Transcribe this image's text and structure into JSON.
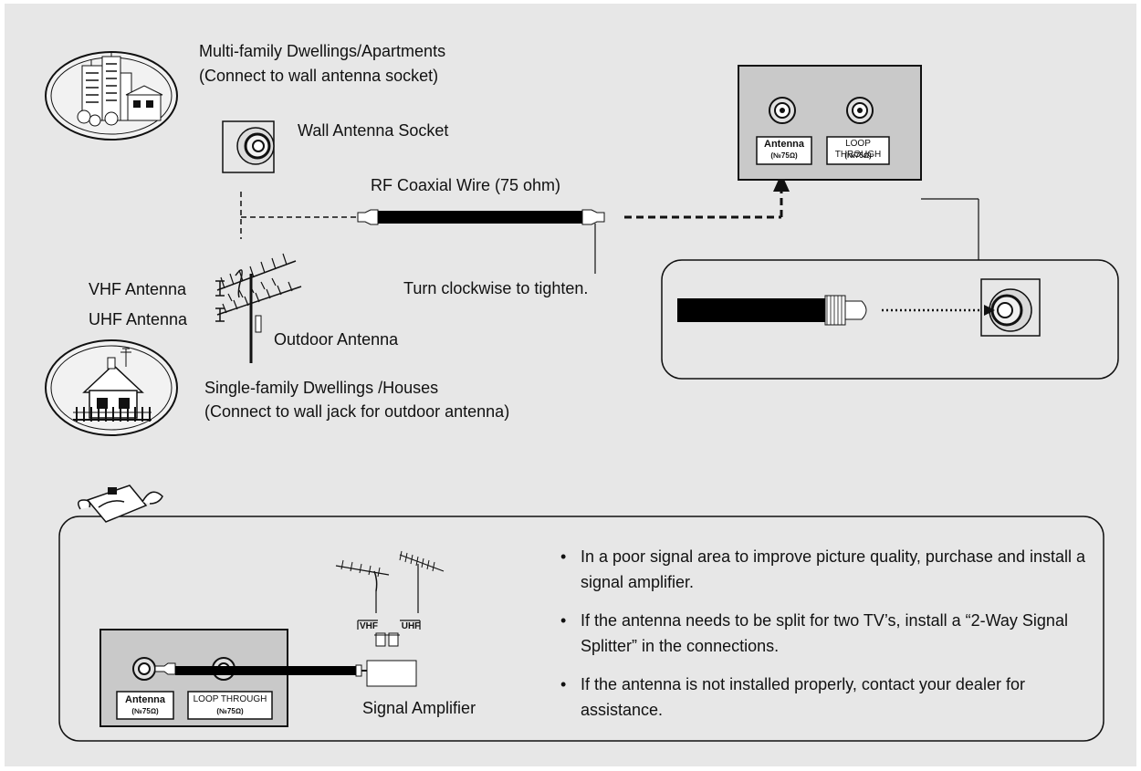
{
  "colors": {
    "background": "#e7e7e7",
    "panel": "#c9c9c9",
    "ink": "#111111",
    "cable": "#000000"
  },
  "labels": {
    "multi_family_line1": "Multi-family Dwellings/Apartments",
    "multi_family_line2": "(Connect to wall antenna socket)",
    "wall_antenna_socket": "Wall Antenna Socket",
    "rf_coaxial_wire": "RF Coaxial Wire (75 ohm)",
    "turn_clockwise": "Turn clockwise to tighten.",
    "vhf_antenna": "VHF Antenna",
    "uhf_antenna": "UHF Antenna",
    "outdoor_antenna": "Outdoor Antenna",
    "single_family_line1": "Single-family Dwellings /Houses",
    "single_family_line2": "(Connect to wall jack for outdoor antenna)",
    "signal_amplifier": "Signal Amplifier",
    "vhf": "VHF",
    "uhf": "UHF"
  },
  "tv_panel_top": {
    "antenna_label": "Antenna",
    "antenna_sub": "(№75Ω)",
    "loop_label": "LOOP THROUGH",
    "loop_sub": "(№75Ω)"
  },
  "tv_panel_bottom": {
    "antenna_label": "Antenna",
    "antenna_sub": "(№75Ω)",
    "loop_label": "LOOP THROUGH",
    "loop_sub": "(№75Ω)"
  },
  "notes": [
    "In a poor signal area to improve picture quality, purchase and install a signal amplifier.",
    "If the antenna needs to be split for two TV’s, install a “2-Way Signal Splitter” in the connections.",
    "If the antenna is not installed properly, contact your dealer for assistance."
  ],
  "icons": [
    "apartment-building-icon",
    "house-icon",
    "outdoor-antenna-icon",
    "hand-note-icon",
    "coax-connector-icon",
    "antenna-jack-icon"
  ]
}
